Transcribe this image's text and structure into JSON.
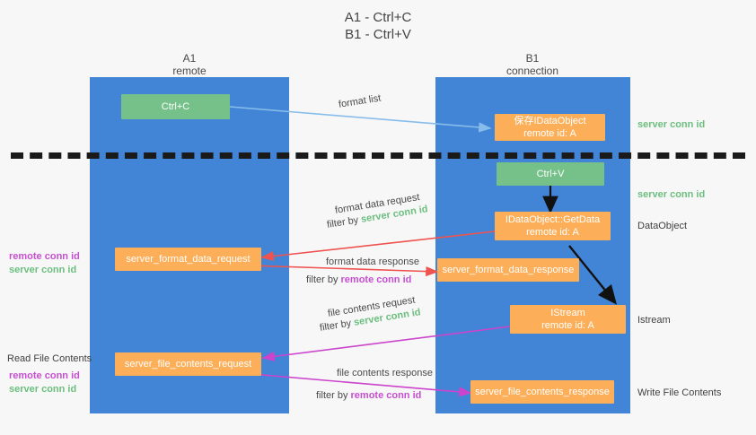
{
  "title": {
    "line1": "A1 - Ctrl+C",
    "line2": "B1 - Ctrl+V"
  },
  "columns": [
    {
      "name": "A1",
      "sub": "remote"
    },
    {
      "name": "B1",
      "sub": "connection"
    }
  ],
  "boxes": {
    "ctrl_c": {
      "line1": "Ctrl+C",
      "line2": ""
    },
    "save_dataobject": {
      "line1": "保存IDataObject",
      "line2": "remote id: A"
    },
    "ctrl_v": {
      "line1": "Ctrl+V",
      "line2": ""
    },
    "getdata": {
      "line1": "IDataObject::GetData",
      "line2": "remote id: A"
    },
    "istream": {
      "line1": "IStream",
      "line2": "remote id: A"
    },
    "format_data_request": {
      "line1": "server_format_data_request",
      "line2": ""
    },
    "format_data_response": {
      "line1": "server_format_data_response",
      "line2": ""
    },
    "file_contents_request": {
      "line1": "server_file_contents_request",
      "line2": ""
    },
    "file_contents_response": {
      "line1": "server_file_contents_response",
      "line2": ""
    }
  },
  "arrow_labels": {
    "format_list": "format list",
    "format_data_request": "format data request",
    "format_data_request_filter_prefix": "filter by ",
    "format_data_request_filter_value": "server conn id",
    "format_data_response": "format data response",
    "format_data_response_filter_prefix": "filter by ",
    "format_data_response_filter_value": "remote conn id",
    "file_contents_request": "file contents request",
    "file_contents_request_filter_prefix": "filter by ",
    "file_contents_request_filter_value": "server conn id",
    "file_contents_response": "file contents response",
    "file_contents_response_filter_prefix": "filter by ",
    "file_contents_response_filter_value": "remote conn id"
  },
  "right_labels": {
    "server_conn_id_top": "server conn id",
    "server_conn_id_second": "server conn id",
    "dataobject": "DataObject",
    "istream": "Istream",
    "write_file_contents": "Write File Contents"
  },
  "left_labels": {
    "remote_conn_id_upper": "remote conn id",
    "server_conn_id_upper": "server conn id",
    "read_file_contents": "Read File Contents",
    "remote_conn_id_lower": "remote conn id",
    "server_conn_id_lower": "server conn id"
  },
  "colors": {
    "lane": "#4285d6",
    "green_box": "#76c18a",
    "orange_box": "#fcae58",
    "green_text": "#6cbf7f",
    "magenta_text": "#c64fd0",
    "light_blue_arrow": "#87bdea",
    "red_arrow": "#ef5350",
    "magenta_arrow": "#cc44cc",
    "black_arrow": "#111111",
    "background": "#f7f7f7"
  }
}
